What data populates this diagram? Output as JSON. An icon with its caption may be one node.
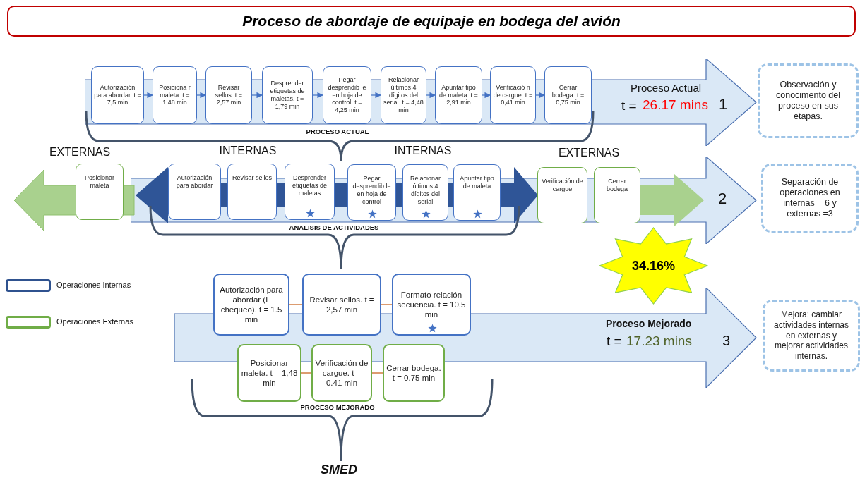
{
  "diagram": {
    "title": "Proceso de abordaje de equipaje en bodega del avión",
    "nodes": [
      {
        "text": [
          "Proceso Actual",
          "t =",
          "26.17 mins",
          "1"
        ]
      },
      {
        "text": [
          "Autorización para abordar. t = 7,5 min"
        ],
        "in": 0
      },
      {
        "text": [
          "Posiciona r maleta. t = 1,48 min"
        ],
        "in": 0
      },
      {
        "text": [
          "Revisar sellos. t = 2,57 min"
        ],
        "in": 0
      },
      {
        "text": [
          "Desprender etiquetas de maletas. t = 1,79 min"
        ],
        "in": 0
      },
      {
        "text": [
          "Pegar desprendib le en hoja de control. t = 4,25 min"
        ],
        "in": 0
      },
      {
        "text": [
          "Relacionar últimos 4 dígitos del serial. t = 4,48 min"
        ],
        "in": 0
      },
      {
        "text": [
          "Apuntar tipo de maleta. t = 2,91 min"
        ],
        "in": 0
      },
      {
        "text": [
          "Verificació n de cargue. t = 0,41 min"
        ],
        "in": 0
      },
      {
        "text": [
          "Cerrar bodega. t = 0,75 min"
        ],
        "in": 0
      },
      {
        "text": [
          "Observación  y conocimento del proceso en sus etapas."
        ]
      },
      {
        "text": [
          "2"
        ]
      },
      {
        "text": [
          "Posicionar maleta"
        ]
      },
      {
        "text": [
          "Autorización para abordar"
        ],
        "in": 11
      },
      {
        "text": [
          "Revisar sellos"
        ],
        "in": 11
      },
      {
        "text": [
          "Desprender etiquetas de maletas"
        ],
        "in": 11
      },
      {
        "text": [
          "Pegar desprendib le en hoja de control"
        ],
        "in": 11
      },
      {
        "text": [
          "Relacionar últimos 4 dígitos del serial"
        ],
        "in": 11
      },
      {
        "text": [
          "Apuntar tipo de maleta"
        ],
        "in": 11
      },
      {
        "text": [
          "Verificación de cargue"
        ],
        "in": 11
      },
      {
        "text": [
          "Cerrar bodega"
        ],
        "in": 11
      },
      {
        "text": [
          "Separación de operaciones en internas = 6  y externas =3"
        ]
      },
      {
        "text": [
          "34.16%"
        ]
      },
      {
        "text": [
          "Proceso Mejorado",
          "t =",
          "17.23 mins",
          "3"
        ]
      },
      {
        "text": [
          "Autorización para abordar (L chequeo). t = 1.5 min"
        ]
      },
      {
        "text": [
          "Revisar sellos. t = 2,57 min"
        ]
      },
      {
        "text": [
          "Formato relación secuencia. t = 10,5 min"
        ]
      },
      {
        "text": [
          "Posicionar maleta. t = 1,48 min"
        ]
      },
      {
        "text": [
          "Verificación de cargue. t = 0.41 min"
        ]
      },
      {
        "text": [
          "Cerrar bodega. t = 0.75 min"
        ]
      },
      {
        "text": [
          "Mejora: cambiar actividades internas en externas  y mejorar actividades internas."
        ]
      }
    ],
    "edges": [
      {
        "from": 1,
        "to": 2,
        "arrow": "to"
      },
      {
        "from": 2,
        "to": 3,
        "arrow": "to"
      },
      {
        "from": 3,
        "to": 4,
        "arrow": "to"
      },
      {
        "from": 4,
        "to": 5,
        "arrow": "to"
      },
      {
        "from": 5,
        "to": 6,
        "arrow": "to"
      },
      {
        "from": 6,
        "to": 7,
        "arrow": "to"
      },
      {
        "from": 7,
        "to": 8,
        "arrow": "to"
      },
      {
        "from": 8,
        "to": 9,
        "arrow": "to"
      },
      {
        "from": 24,
        "to": 25,
        "arrow": "none",
        "color": "#c55a11"
      },
      {
        "from": 25,
        "to": 26,
        "arrow": "none",
        "color": "#c55a11"
      },
      {
        "from": 27,
        "to": 28,
        "arrow": "none",
        "color": "#c55a11"
      },
      {
        "from": 28,
        "to": 29,
        "arrow": "none",
        "color": "#c55a11"
      }
    ],
    "labels": [
      "PROCESO ACTUAL",
      "EXTERNAS",
      "INTERNAS",
      "INTERNAS",
      "EXTERNAS",
      "ANALISIS DE ACTIVIDADES",
      "PROCESO MEJORADO",
      "SMED"
    ],
    "legend": [
      {
        "text": "Operaciones Internas"
      },
      {
        "text": "Operaciones Externas"
      }
    ]
  }
}
